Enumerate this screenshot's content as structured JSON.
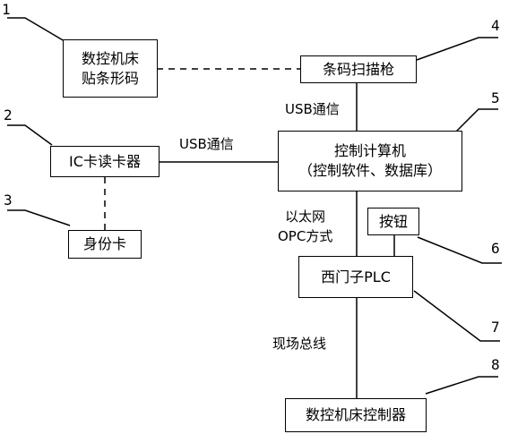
{
  "boxes": {
    "cnc_barcode": {
      "line1": "数控机床",
      "line2": "贴条形码"
    },
    "scanner": {
      "label": "条码扫描枪"
    },
    "computer": {
      "line1": "控制计算机",
      "line2": "（控制软件、数据库）"
    },
    "ic_reader": {
      "label": "IC卡读卡器"
    },
    "id_card": {
      "label": "身份卡"
    },
    "button": {
      "label": "按钮"
    },
    "plc": {
      "label": "西门子PLC"
    },
    "cnc_controller": {
      "label": "数控机床控制器"
    }
  },
  "connections": {
    "usb_scanner": "USB通信",
    "usb_reader": "USB通信",
    "ethernet_line1": "以太网",
    "ethernet_line2": "OPC方式",
    "fieldbus": "现场总线"
  },
  "callouts": [
    "1",
    "2",
    "3",
    "4",
    "5",
    "6",
    "7",
    "8"
  ]
}
